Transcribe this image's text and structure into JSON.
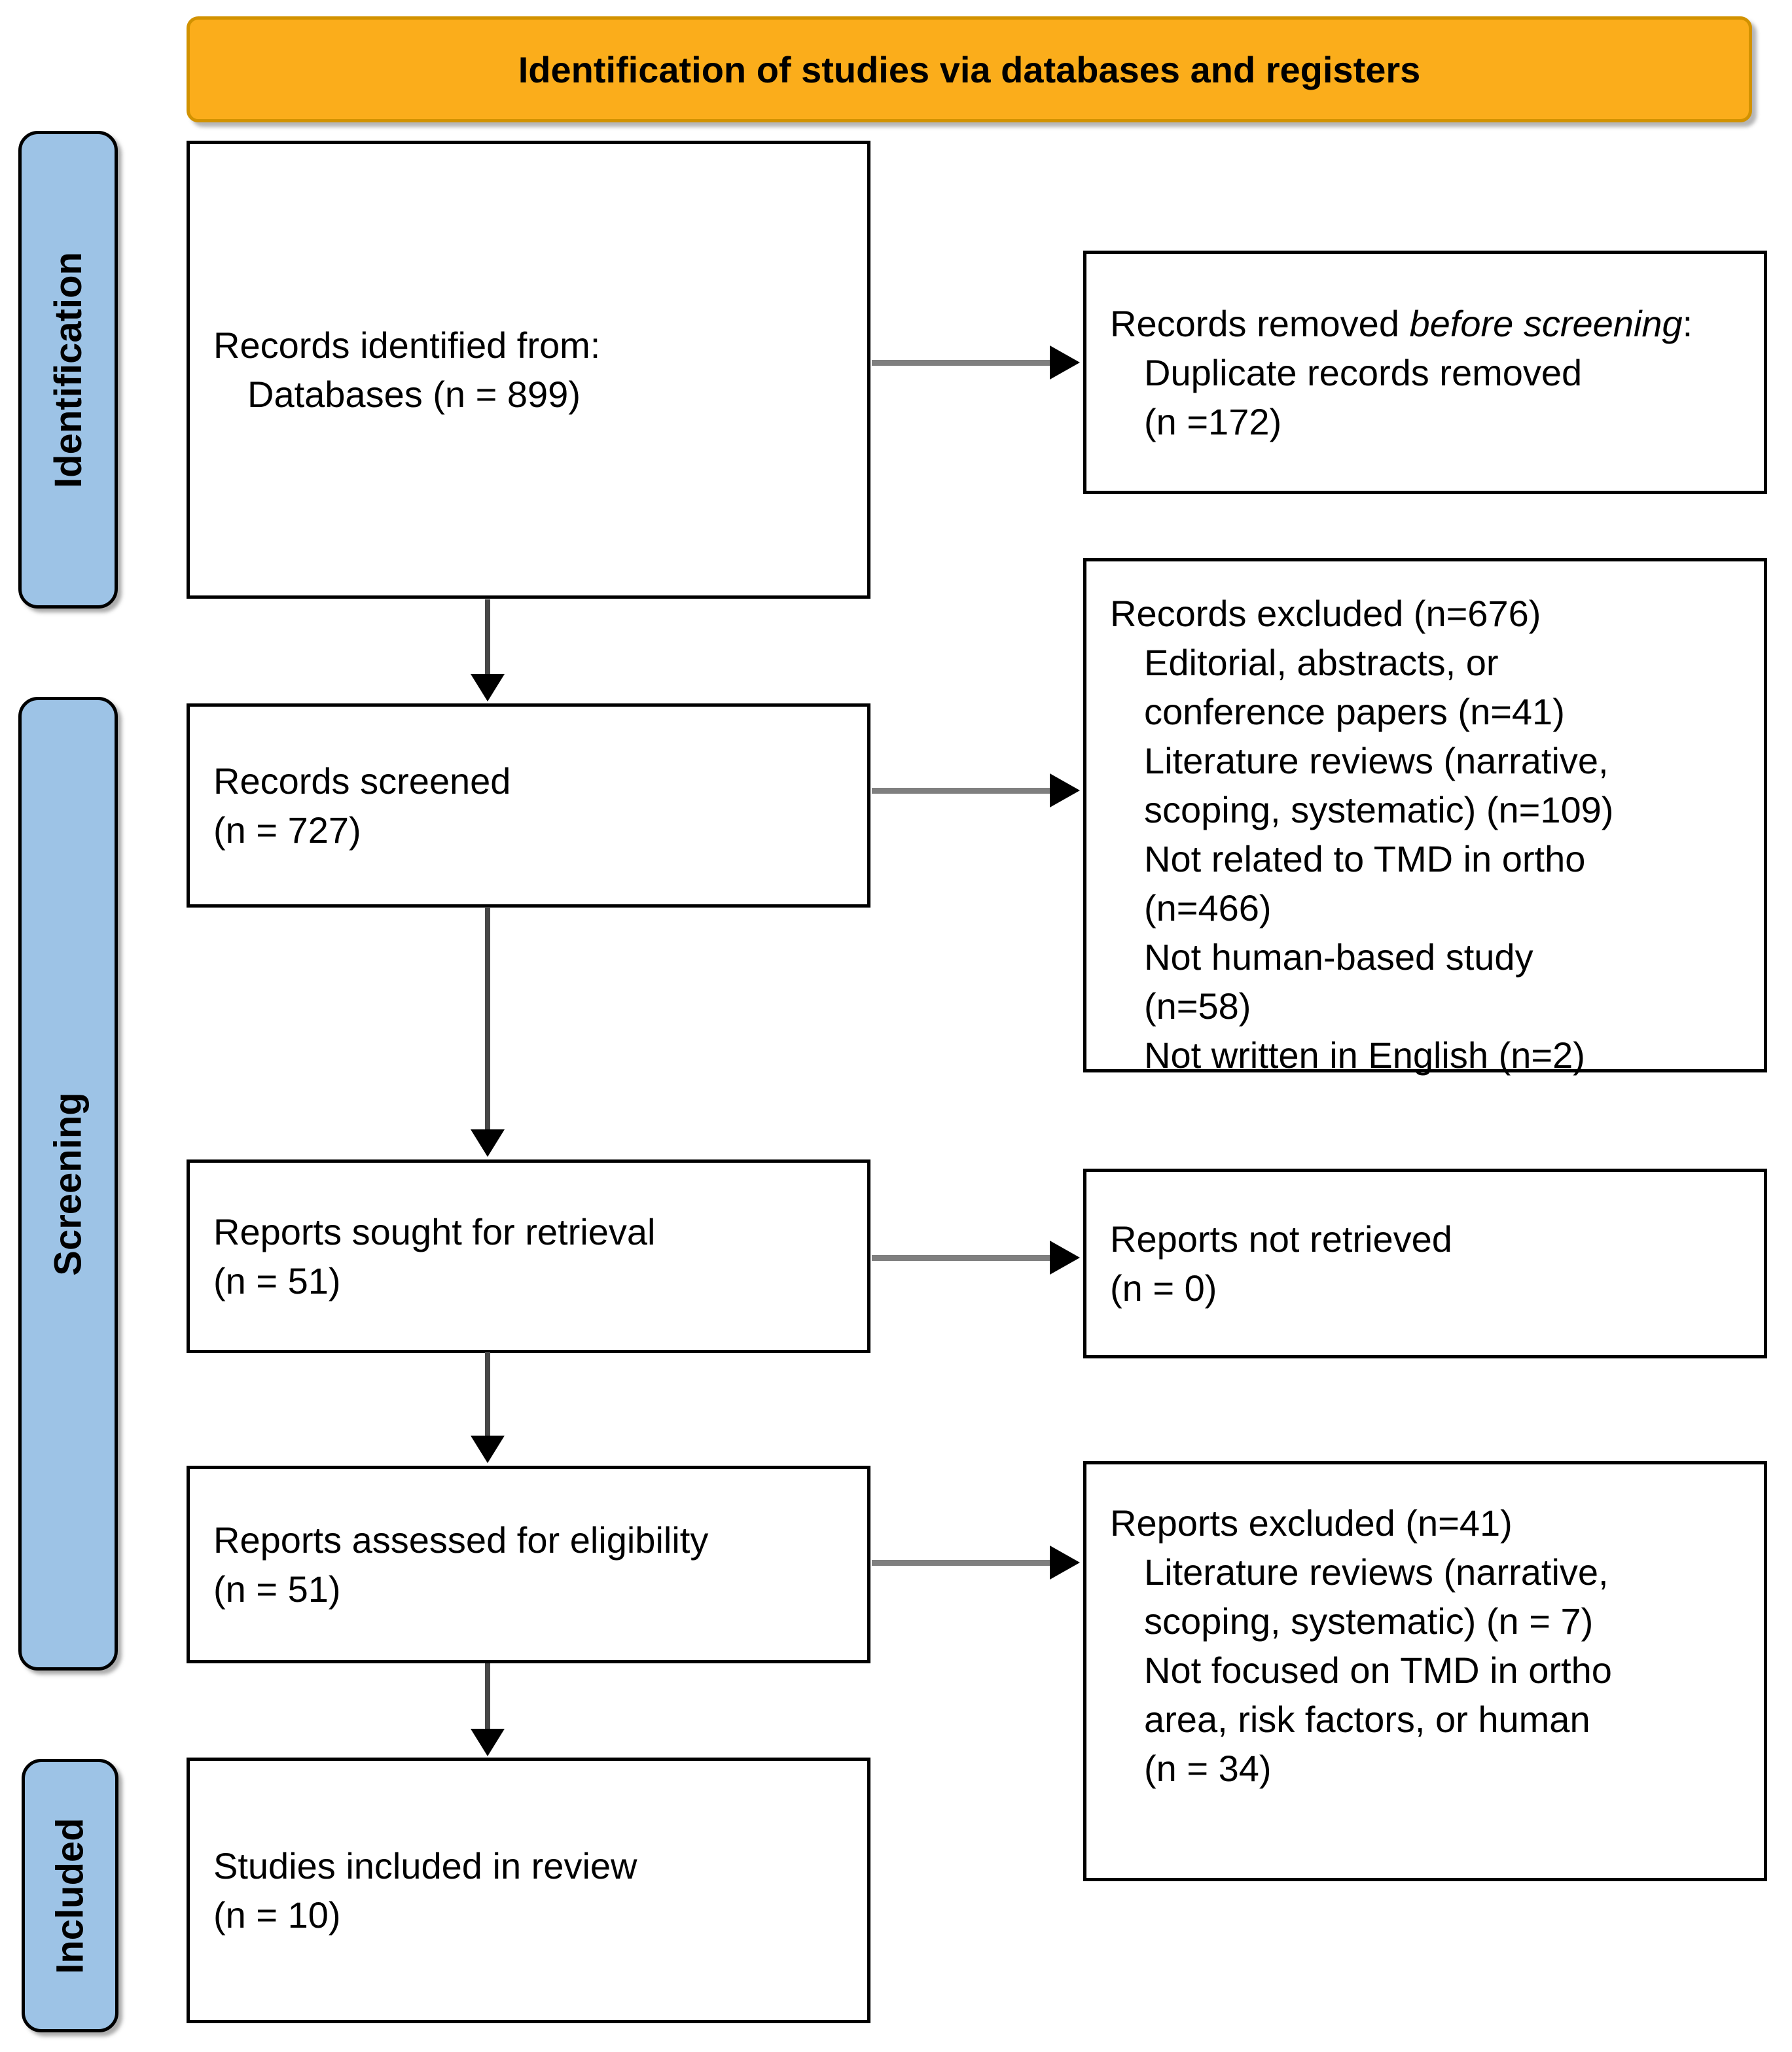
{
  "header": {
    "title": "Identification of studies via databases and registers"
  },
  "sidebar": {
    "stages": [
      "Identification",
      "Screening",
      "Included"
    ]
  },
  "boxes": {
    "records_identified": {
      "line1": "Records identified from:",
      "line2": "Databases (n = 899)"
    },
    "records_removed": {
      "text_regular": "Records removed ",
      "text_italic": "before screening",
      "text_colon": ":",
      "item": "Duplicate records removed\n(n =172)"
    },
    "records_screened": {
      "text": "Records screened\n(n = 727)"
    },
    "records_excluded": {
      "title": "Records excluded (n=676)",
      "items": [
        "Editorial, abstracts, or\nconference papers (n=41)",
        "Literature reviews (narrative,\nscoping, systematic) (n=109)",
        "Not related to TMD in ortho\n(n=466)",
        "Not human-based study\n(n=58)",
        "Not written in English (n=2)"
      ]
    },
    "reports_sought": {
      "text": "Reports sought for retrieval\n(n = 51)"
    },
    "reports_not_retrieved": {
      "text": "Reports not retrieved\n(n = 0)"
    },
    "reports_assessed": {
      "text": "Reports assessed for eligibility\n(n = 51)"
    },
    "reports_excluded": {
      "title": "Reports excluded (n=41)",
      "items": [
        "Literature reviews (narrative,\nscoping, systematic) (n = 7)",
        "Not focused on TMD in ortho\narea, risk factors, or human\n(n = 34)"
      ]
    },
    "studies_included": {
      "text": "Studies included in review\n(n = 10)"
    }
  },
  "colors": {
    "header_fill": "#FBAD1B",
    "header_border": "#D29200",
    "stage_fill": "#9DC3E6",
    "box_border": "#000000",
    "arrow_shaft_horizontal": "#7F7F7F",
    "arrow_shaft_vertical": "#474747",
    "arrow_head": "#000000",
    "text": "#000000"
  }
}
